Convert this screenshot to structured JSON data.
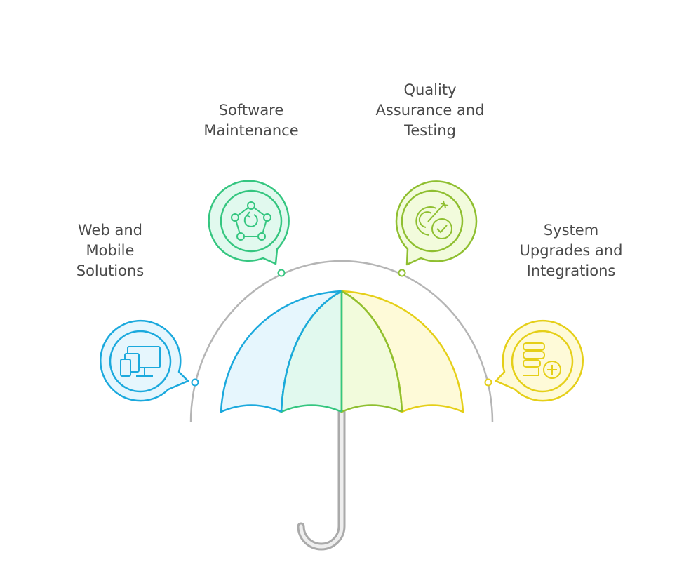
{
  "items": [
    {
      "label": "Web and\nMobile\nSolutions",
      "icon": "devices-icon",
      "color": "#1ba9dd",
      "fill": "#e6f6fd"
    },
    {
      "label": "Software\nMaintenance",
      "icon": "maintenance-cycle-icon",
      "color": "#35c680",
      "fill": "#e1f9ee"
    },
    {
      "label": "Quality\nAssurance and\nTesting",
      "icon": "target-check-icon",
      "color": "#8fbf30",
      "fill": "#f2fbdc"
    },
    {
      "label": "System\nUpgrades and\nIntegrations",
      "icon": "server-add-icon",
      "color": "#e5cf18",
      "fill": "#fefad8"
    }
  ]
}
